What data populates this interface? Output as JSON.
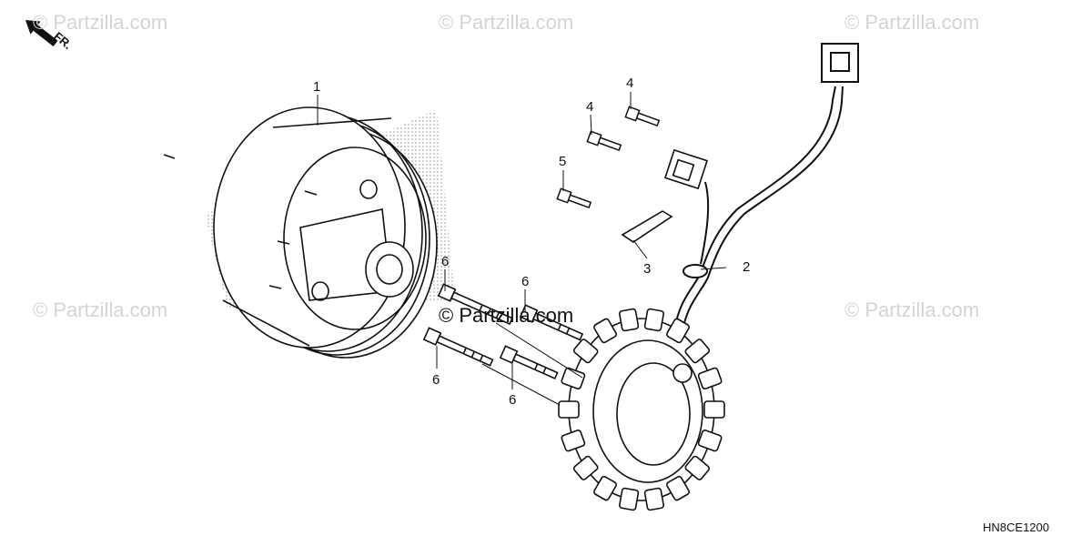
{
  "watermark": "© Partzilla.com",
  "center_watermark": "© Partzilla.com",
  "direction_label": "FR.",
  "diagram_code": "HN8CE1200",
  "callouts": {
    "flywheel": "1",
    "wire_harness": "2",
    "bracket": "3",
    "bolt_a": "4",
    "bolt_b": "4",
    "bolt_c": "5",
    "bolt_d": "6",
    "bolt_e": "6",
    "bolt_f": "6",
    "bolt_g": "6"
  },
  "colors": {
    "line": "#111111",
    "watermark": "#d4d4d4",
    "stipple": "#9a9a9a"
  }
}
